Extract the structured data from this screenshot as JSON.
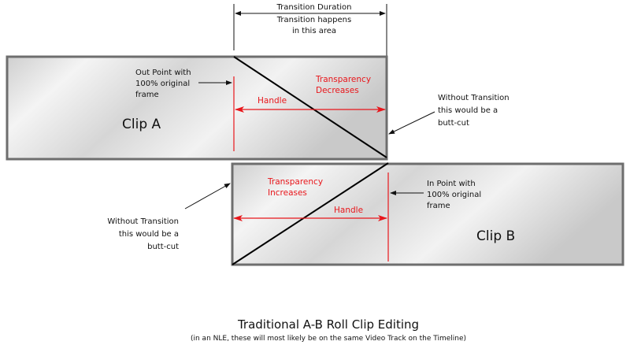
{
  "top": {
    "duration_label": "Transition Duration",
    "area_line1": "Transition happens",
    "area_line2": "in this area"
  },
  "clip_a": {
    "name": "Clip A",
    "out_point": [
      "Out Point with",
      "100% original",
      "frame"
    ],
    "transparency": [
      "Transparency",
      "Decreases"
    ],
    "handle": "Handle",
    "butt_cut": [
      "Without Transition",
      "this would be a",
      "butt-cut"
    ]
  },
  "clip_b": {
    "name": "Clip B",
    "in_point": [
      "In Point with",
      "100% original",
      "frame"
    ],
    "transparency": [
      "Transparency",
      "Increases"
    ],
    "handle": "Handle",
    "butt_cut": [
      "Without Transition",
      "this would be a",
      "butt-cut"
    ]
  },
  "caption": {
    "title": "Traditional A-B Roll Clip Editing",
    "subtitle": "(in an NLE, these will most likely be on the same Video Track on the Timeline)"
  },
  "colors": {
    "handle": "#e8161b",
    "border": "#6e6e6e"
  }
}
